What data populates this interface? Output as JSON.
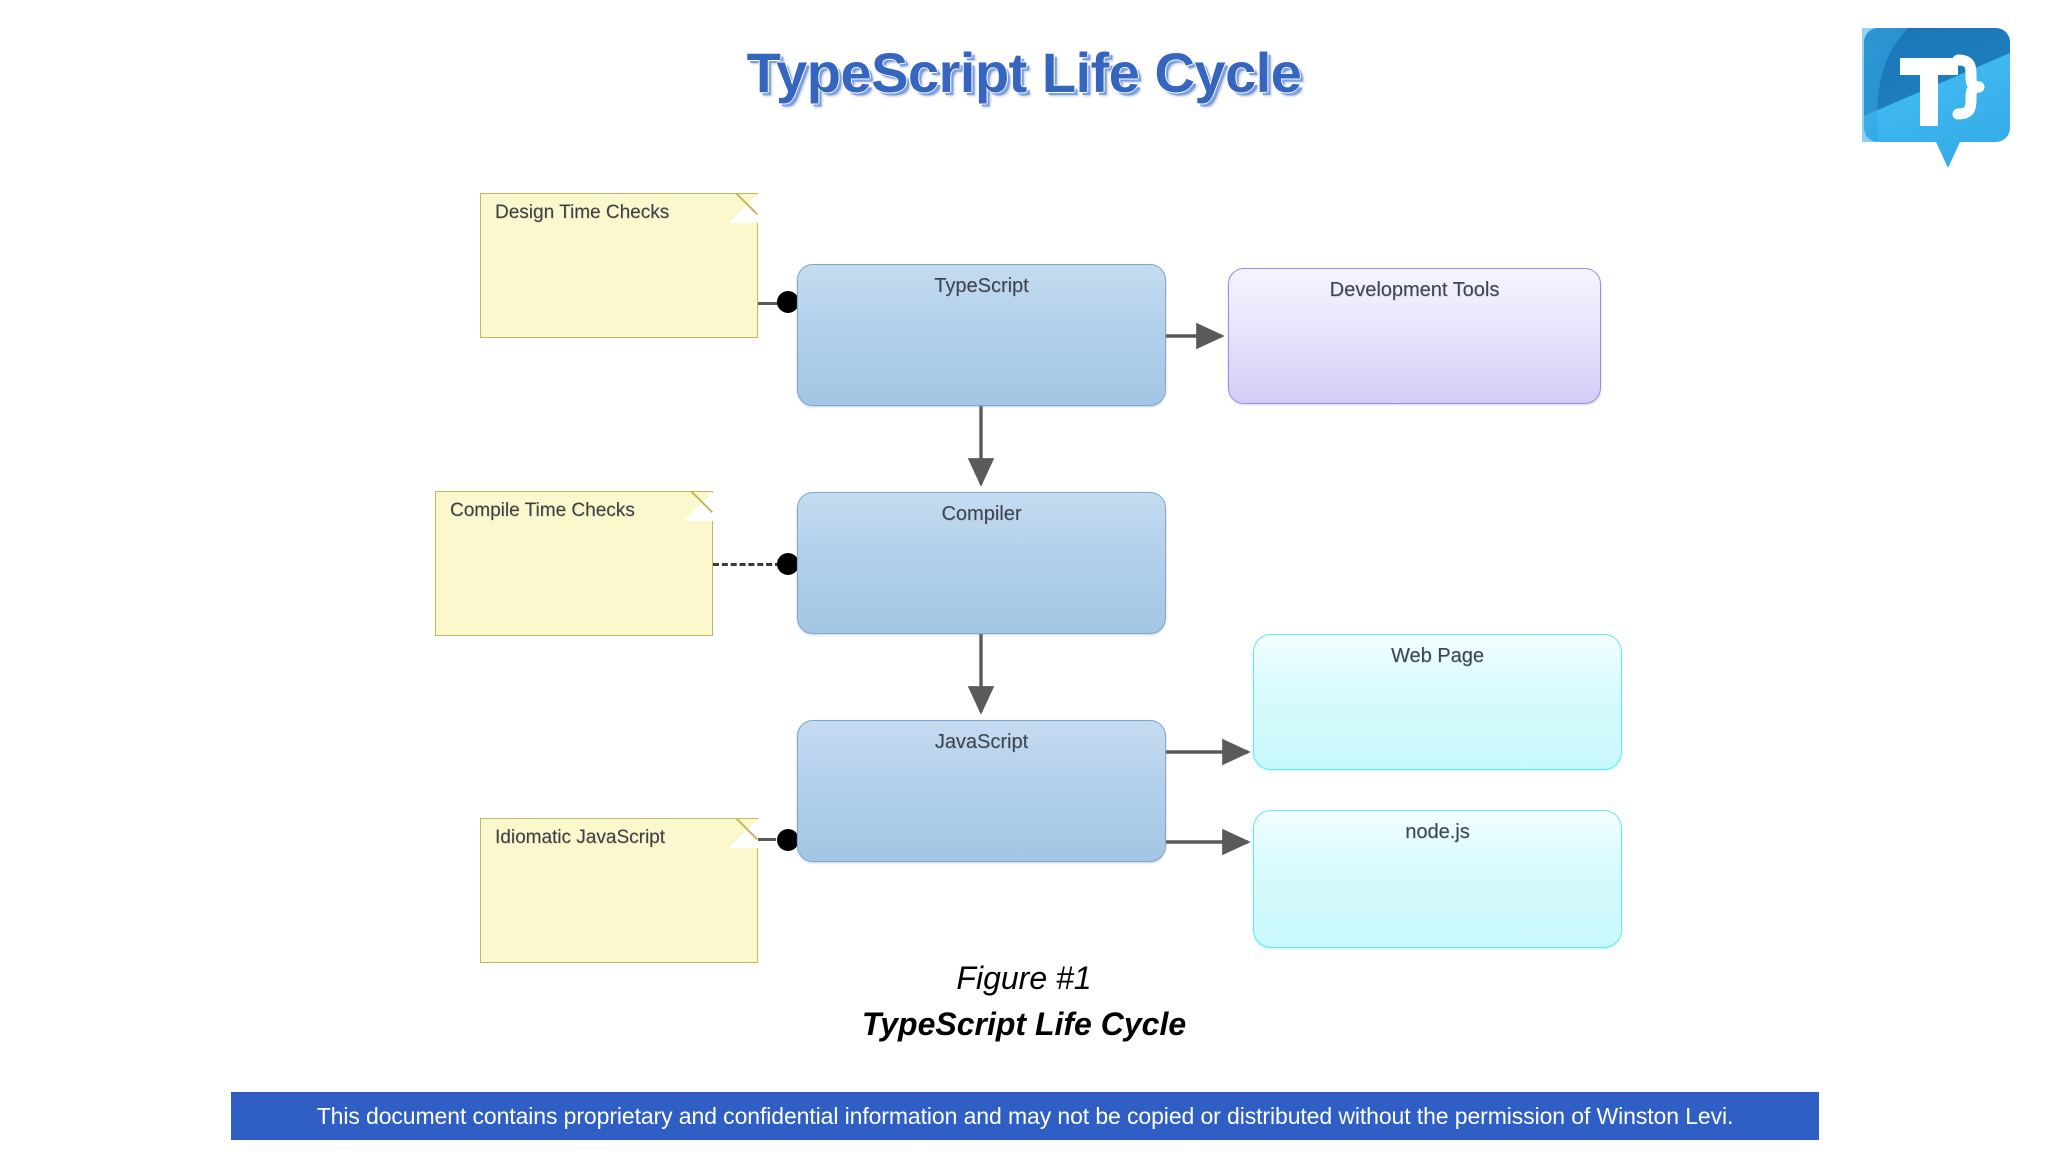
{
  "slide": {
    "title": "TypeScript Life Cycle",
    "title_color": "#3565bf",
    "background": "#ffffff"
  },
  "logo": {
    "name": "typescript-speech-bubble-logo",
    "letter": "T",
    "brace": "}",
    "color_dark": "#1878b8",
    "color_light": "#3fb5ee"
  },
  "diagram": {
    "type": "flow-diagram",
    "notes": [
      {
        "id": "design-time-checks",
        "label": "Design Time Checks",
        "attaches_to": "TypeScript",
        "connector": "stub-dot"
      },
      {
        "id": "compile-time-checks",
        "label": "Compile Time Checks",
        "attaches_to": "Compiler",
        "connector": "dashed-dot"
      },
      {
        "id": "idiomatic-javascript",
        "label": "Idiomatic JavaScript",
        "attaches_to": "JavaScript",
        "connector": "stub-dot"
      }
    ],
    "nodes": [
      {
        "id": "typescript",
        "label": "TypeScript",
        "style": "blue"
      },
      {
        "id": "compiler",
        "label": "Compiler",
        "style": "blue"
      },
      {
        "id": "javascript",
        "label": "JavaScript",
        "style": "blue"
      },
      {
        "id": "development-tools",
        "label": "Development Tools",
        "style": "purple"
      },
      {
        "id": "web-page",
        "label": "Web Page",
        "style": "cyan"
      },
      {
        "id": "nodejs",
        "label": "node.js",
        "style": "cyan"
      }
    ],
    "edges": [
      {
        "from": "typescript",
        "to": "development-tools",
        "direction": "right"
      },
      {
        "from": "typescript",
        "to": "compiler",
        "direction": "down"
      },
      {
        "from": "compiler",
        "to": "javascript",
        "direction": "down"
      },
      {
        "from": "javascript",
        "to": "web-page",
        "direction": "right"
      },
      {
        "from": "javascript",
        "to": "nodejs",
        "direction": "right"
      }
    ],
    "colors": {
      "note_fill": "#fbf8cd",
      "note_border": "#c3b860",
      "blue_fill": "#b3d0ea",
      "blue_border": "#7ea6cf",
      "purple_fill": "#e3dcfa",
      "purple_border": "#9b8ce0",
      "cyan_fill": "#d5fafd",
      "cyan_border": "#62e8ef",
      "arrow": "#5a5a5a"
    }
  },
  "caption": {
    "line1": "Figure #1",
    "line2": "TypeScript Life Cycle"
  },
  "footer": {
    "text": "This document contains proprietary and confidential information and may not be copied or distributed without the permission of Winston Levi.",
    "background": "#2f5fc4",
    "text_color": "#ffffff"
  }
}
